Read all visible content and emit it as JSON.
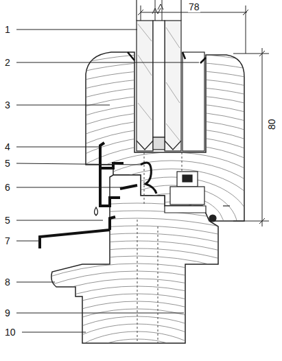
{
  "diagram": {
    "labels": [
      "78",
      "80",
      "1",
      "2",
      "3",
      "4",
      "5",
      "6",
      "5",
      "7",
      "8",
      "9",
      "10"
    ]
  }
}
